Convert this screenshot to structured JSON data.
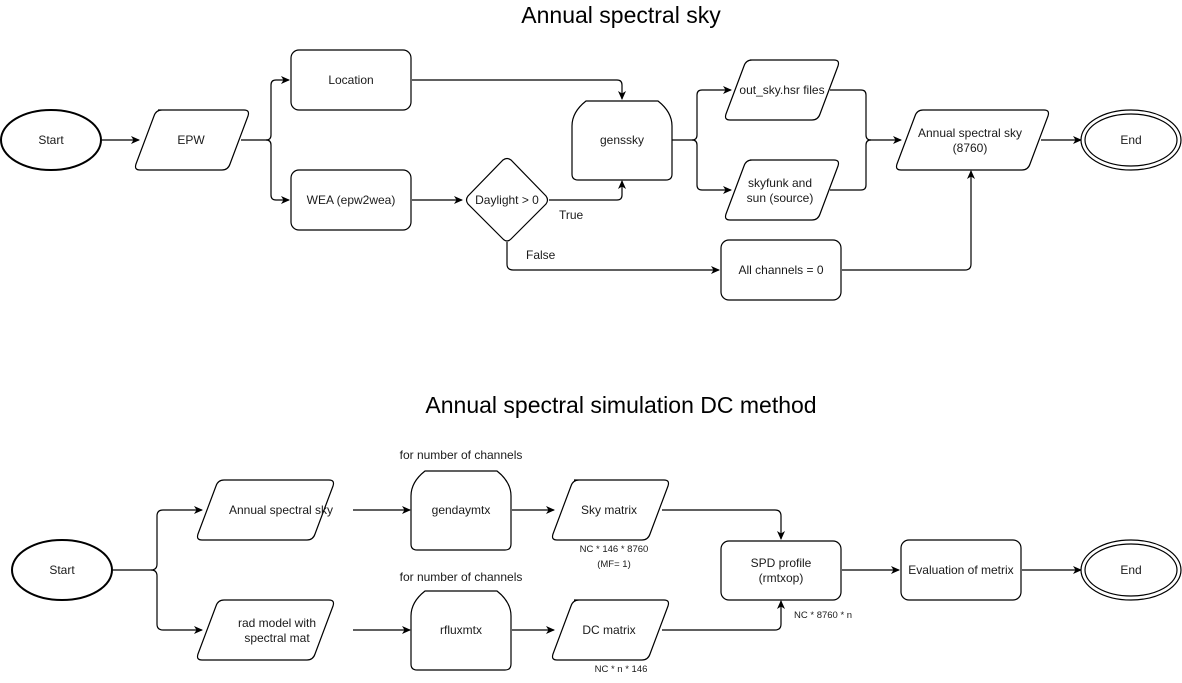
{
  "diagram1": {
    "title": "Annual spectral sky",
    "nodes": {
      "start": "Start",
      "epw": "EPW",
      "location": "Location",
      "wea": "WEA (epw2wea)",
      "decision": "Daylight > 0",
      "gensky": "genssky",
      "out_sky": "out_sky.hsr files",
      "skyfunk_line1": "skyfunk and",
      "skyfunk_line2": "sun (source)",
      "annual_line1": "Annual spectral sky",
      "annual_line2": "(8760)",
      "all_channels": "All channels = 0",
      "end": "End"
    },
    "edge_labels": {
      "true": "True",
      "false": "False"
    }
  },
  "diagram2": {
    "title": "Annual spectral simulation DC method",
    "nodes": {
      "start": "Start",
      "annual_sky": "Annual spectral sky",
      "rad_line1": "rad model with",
      "rad_line2": "spectral mat",
      "gendaymtx": "gendaymtx",
      "rfluxmtx": "rfluxmtx",
      "sky_matrix": "Sky matrix",
      "dc_matrix": "DC matrix",
      "spd_line1": "SPD profile",
      "spd_line2": "(rmtxop)",
      "evaluation": "Evaluation of metrix",
      "end": "End"
    },
    "annotations": {
      "loop_top": "for number of channels",
      "loop_bottom": "for number of channels",
      "sky_dims": "NC * 146 * 8760",
      "sky_mf": "(MF= 1)",
      "dc_dims": "NC * n * 146",
      "spd_dims": "NC * 8760 * n"
    }
  }
}
